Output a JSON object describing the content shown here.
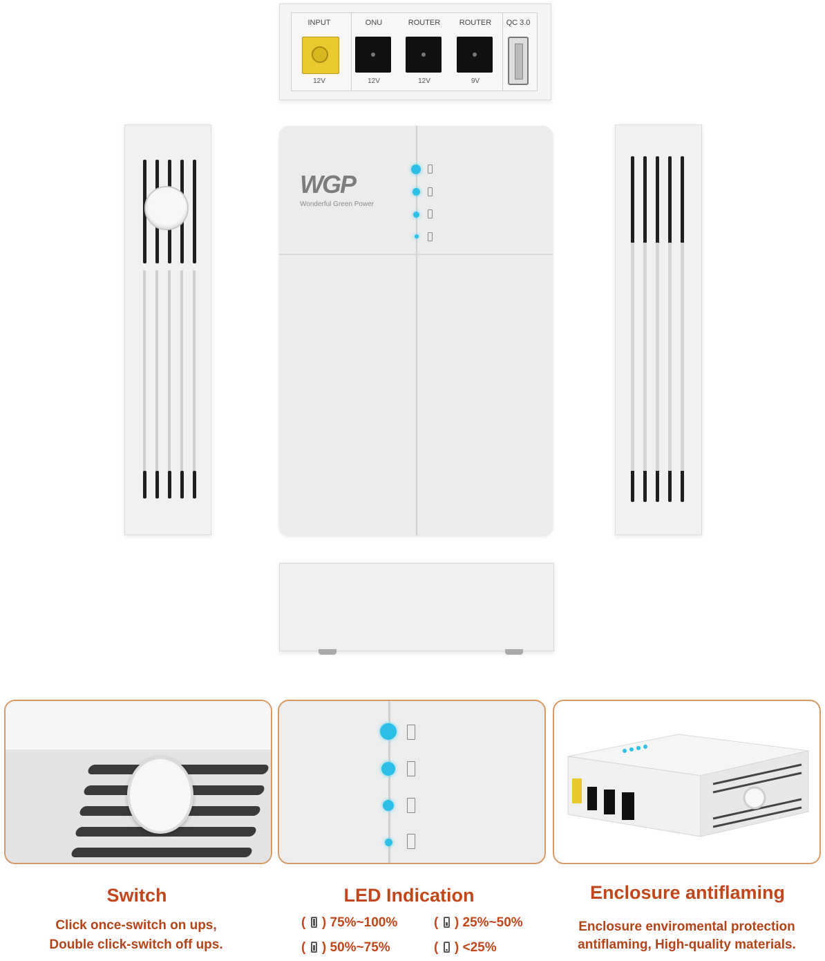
{
  "ports": [
    {
      "name": "INPUT",
      "voltage": "12V"
    },
    {
      "name": "ONU",
      "voltage": "12V"
    },
    {
      "name": "ROUTER",
      "voltage": "12V"
    },
    {
      "name": "ROUTER",
      "voltage": "9V"
    },
    {
      "name": "QC 3.0",
      "voltage": ""
    }
  ],
  "brand": {
    "logo_text": "WGP",
    "tagline": "Wonderful Green Power"
  },
  "features": [
    {
      "title": "Switch",
      "description_line1": "Click once-switch on ups,",
      "description_line2": "Double click-switch off ups."
    },
    {
      "title": "LED Indication"
    },
    {
      "title": "Enclosure antiflaming",
      "description_line1": "Enclosure enviromental protection",
      "description_line2": "antiflaming, High-quality materials."
    }
  ],
  "led_legend": [
    {
      "label": "75%~100%",
      "level": 1.0
    },
    {
      "label": "25%~50%",
      "level": 0.5
    },
    {
      "label": "50%~75%",
      "level": 0.75
    },
    {
      "label": "<25%",
      "level": 0.25
    }
  ],
  "colors": {
    "led": "#2ebfe6",
    "caption": "#c1461c",
    "panel_border": "#d79a67",
    "input_port": "#e8c930"
  }
}
